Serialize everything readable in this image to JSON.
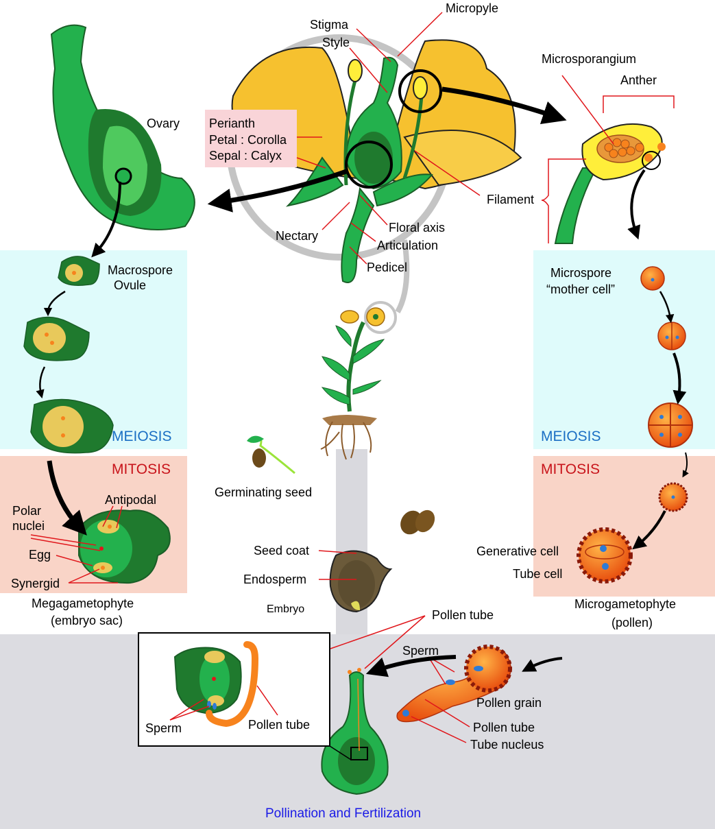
{
  "flower_labels": {
    "micropyle": "Micropyle",
    "stigma": "Stigma",
    "style": "Style",
    "perianth": "Perianth",
    "petal": "Petal : Corolla",
    "sepal": "Sepal : Calyx",
    "nectary": "Nectary",
    "floral_axis": "Floral axis",
    "articulation": "Articulation",
    "pedicel": "Pedicel",
    "filament": "Filament"
  },
  "female_labels": {
    "ovary": "Ovary",
    "macrospore": "Macrospore",
    "ovule": "Ovule",
    "antipodal": "Antipodal",
    "polar": "Polar",
    "nuclei": "nuclei",
    "egg": "Egg",
    "synergid": "Synergid",
    "megagametophyte": "Megagametophyte",
    "embryo_sac": "(embryo sac)"
  },
  "male_labels": {
    "microsporangium": "Microsporangium",
    "anther": "Anther",
    "microspore": "Microspore",
    "mother_cell": "“mother cell”",
    "generative_cell": "Generative cell",
    "tube_cell": "Tube cell",
    "microgametophyte": "Microgametophyte",
    "pollen": "(pollen)"
  },
  "stages": {
    "meiosis_left": "MEIOSIS",
    "mitosis_left": "MITOSIS",
    "meiosis_right": "MEIOSIS",
    "mitosis_right": "MITOSIS"
  },
  "seed_labels": {
    "germinating_seed": "Germinating seed",
    "seed_coat": "Seed coat",
    "endosperm": "Endosperm",
    "embryo": "Embryo"
  },
  "pollination_labels": {
    "pollen_tube_top": "Pollen tube",
    "sperm_right": "Sperm",
    "pollen_grain": "Pollen grain",
    "pollen_tube_right": "Pollen tube",
    "tube_nucleus": "Tube nucleus",
    "sperm_inset": "Sperm",
    "pollen_tube_inset": "Pollen tube",
    "title": "Pollination and Fertilization"
  },
  "colors": {
    "dark_green": "#1f7a2e",
    "green": "#23b14d",
    "light_green": "#7fd67f",
    "yellow_petal": "#f6c12f",
    "orange": "#f7831d",
    "red_line": "#e0161b",
    "meiosis_bg": "#dffbfb",
    "mitosis_bg": "#f9d4c7",
    "fert_bg": "#dcdce1",
    "meiosis_text": "#1b6fc4",
    "mitosis_text": "#c8141b",
    "title_text": "#1a1ae6"
  }
}
